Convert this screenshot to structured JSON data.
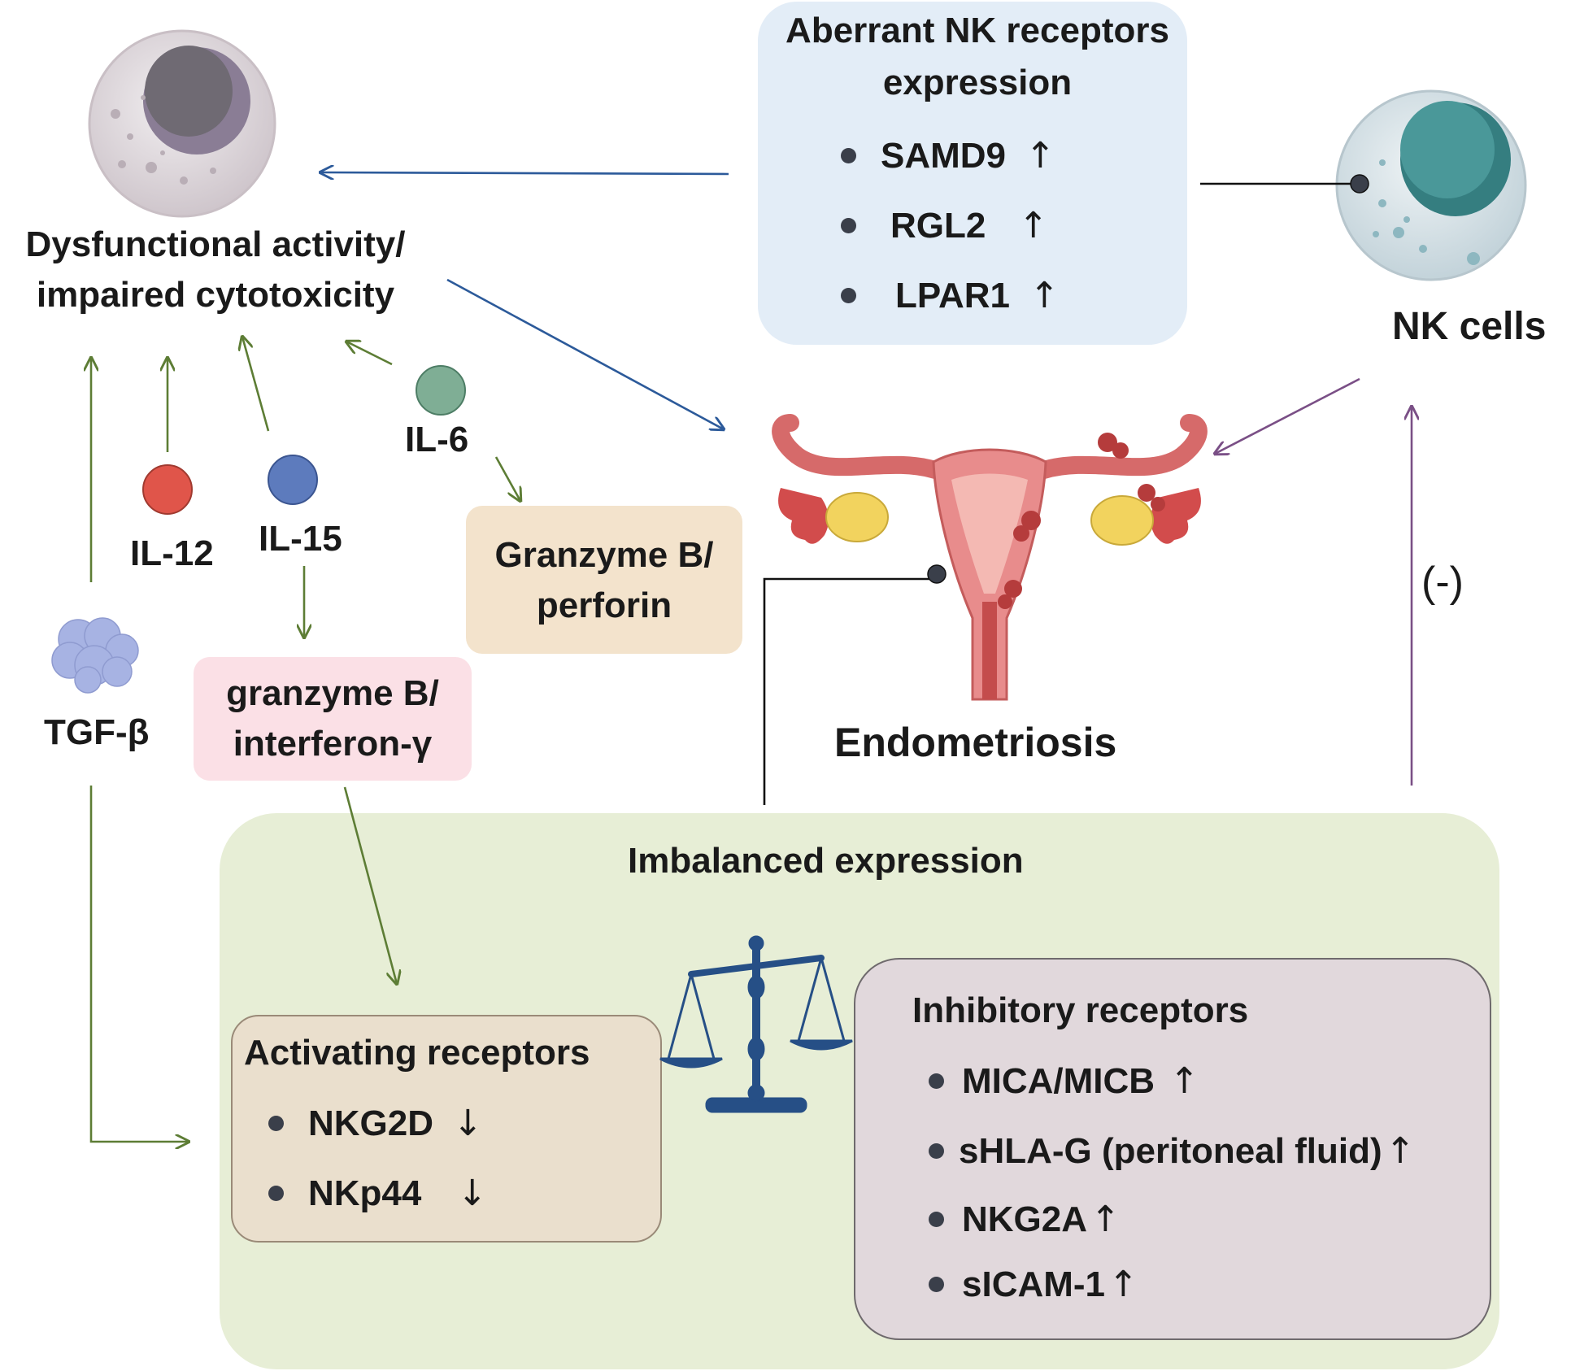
{
  "top_box": {
    "title": "Aberrant NK receptors expression",
    "items": [
      {
        "label": "SAMD9",
        "trend": "↑"
      },
      {
        "label": "RGL2",
        "trend": "↑"
      },
      {
        "label": "LPAR1",
        "trend": "↑"
      }
    ]
  },
  "dysfunction": {
    "line1": "Dysfunctional activity/",
    "line2": "impaired cytotoxicity"
  },
  "nk_cells": {
    "label": "NK cells"
  },
  "cytokines": {
    "il12": "IL-12",
    "il15": "IL-15",
    "il6": "IL-6",
    "tgfb": "TGF-β"
  },
  "granzyme_perforin": {
    "line1": "Granzyme B/",
    "line2": "perforin"
  },
  "granzyme_ifn": {
    "line1": "granzyme B/",
    "line2": "interferon-γ"
  },
  "endometriosis": {
    "label": "Endometriosis"
  },
  "negative_sign": "(-)",
  "imbalanced": {
    "title": "Imbalanced expression"
  },
  "activating": {
    "title": "Activating receptors",
    "items": [
      {
        "label": "NKG2D",
        "trend": "↓"
      },
      {
        "label": "NKp44",
        "trend": "↓"
      }
    ]
  },
  "inhibitory": {
    "title": "Inhibitory receptors",
    "items": [
      {
        "label": "MICA/MICB",
        "trend": "↑"
      },
      {
        "label": "sHLA-G (peritoneal fluid)",
        "trend": "↑"
      },
      {
        "label": "NKG2A",
        "trend": "↑"
      },
      {
        "label": "sICAM-1",
        "trend": "↑"
      }
    ]
  },
  "colors": {
    "top_box_fill": "#e3edf7",
    "granzyme_perforin_fill": "#f3e3cc",
    "granzyme_ifn_fill": "#fbe0e6",
    "imbalanced_fill": "#e7eed6",
    "activating_fill": "#eadfcd",
    "inhibitory_fill": "#e1d8dc",
    "green_arrow": "#5d7d35",
    "blue_arrow": "#2c5a9a",
    "purple_arrow": "#7a4f86",
    "scale": "#264f86",
    "il12": "#e0554a",
    "il15": "#5d7bbd",
    "il6": "#7fae95",
    "tgfb": "#a7b3e3"
  }
}
